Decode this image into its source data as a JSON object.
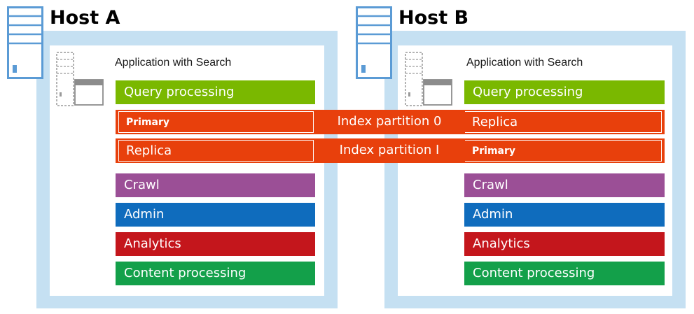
{
  "host_a": {
    "title": "Host A",
    "app_label": "Application with Search",
    "query": "Query processing",
    "index0_role": "Primary",
    "index1_role": "Replica",
    "crawl": "Crawl",
    "admin": "Admin",
    "analytics": "Analytics",
    "content": "Content processing"
  },
  "host_b": {
    "title": "Host B",
    "app_label": "Application with Search",
    "query": "Query processing",
    "index0_role": "Replica",
    "index1_role": "Primary",
    "crawl": "Crawl",
    "admin": "Admin",
    "analytics": "Analytics",
    "content": "Content processing"
  },
  "index_partitions": [
    "Index partition 0",
    "Index partition I"
  ],
  "colors": {
    "host_frame": "#c5e0f2",
    "query_processing": "#7ab800",
    "index_partition": "#e8400c",
    "crawl": "#9b4f96",
    "admin": "#0f6cbd",
    "analytics": "#c4161c",
    "content_processing": "#13a04a",
    "server_icon": "#5b9bd5"
  },
  "icons": [
    "server-icon",
    "vm-server-icon"
  ]
}
